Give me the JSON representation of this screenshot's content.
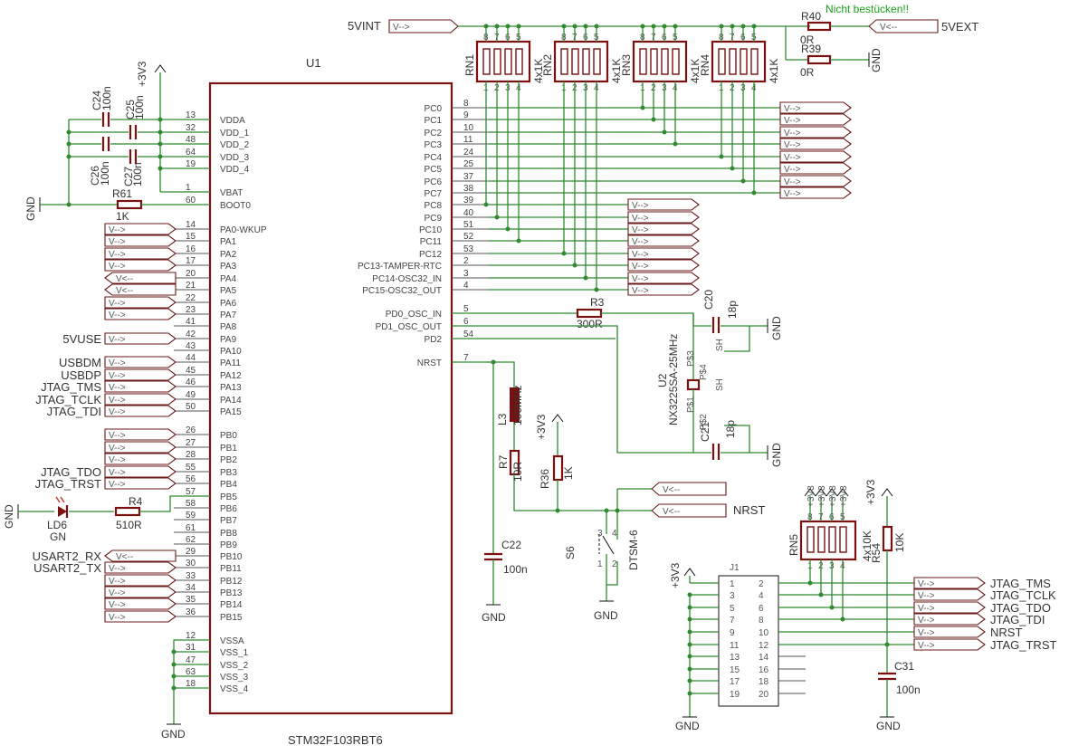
{
  "colors": {
    "wire": "#2e8b2e",
    "part": "#7a1010",
    "note": "#1aa01a"
  },
  "u1": {
    "ref": "U1",
    "value": "STM32F103RBT6",
    "left_pins": [
      {
        "num": "13",
        "name": "VDDA"
      },
      {
        "num": "32",
        "name": "VDD_1"
      },
      {
        "num": "48",
        "name": "VDD_2"
      },
      {
        "num": "64",
        "name": "VDD_3"
      },
      {
        "num": "19",
        "name": "VDD_4"
      },
      {
        "num": "1",
        "name": "VBAT"
      },
      {
        "num": "60",
        "name": "BOOT0"
      },
      {
        "num": "14",
        "name": "PA0-WKUP"
      },
      {
        "num": "15",
        "name": "PA1"
      },
      {
        "num": "16",
        "name": "PA2"
      },
      {
        "num": "17",
        "name": "PA3"
      },
      {
        "num": "20",
        "name": "PA4"
      },
      {
        "num": "21",
        "name": "PA5"
      },
      {
        "num": "22",
        "name": "PA6"
      },
      {
        "num": "23",
        "name": "PA7"
      },
      {
        "num": "41",
        "name": "PA8"
      },
      {
        "num": "42",
        "name": "PA9"
      },
      {
        "num": "43",
        "name": "PA10"
      },
      {
        "num": "44",
        "name": "PA11"
      },
      {
        "num": "45",
        "name": "PA12"
      },
      {
        "num": "46",
        "name": "PA13"
      },
      {
        "num": "49",
        "name": "PA14"
      },
      {
        "num": "50",
        "name": "PA15"
      },
      {
        "num": "26",
        "name": "PB0"
      },
      {
        "num": "27",
        "name": "PB1"
      },
      {
        "num": "28",
        "name": "PB2"
      },
      {
        "num": "55",
        "name": "PB3"
      },
      {
        "num": "56",
        "name": "PB4"
      },
      {
        "num": "57",
        "name": "PB5"
      },
      {
        "num": "58",
        "name": "PB6"
      },
      {
        "num": "59",
        "name": "PB7"
      },
      {
        "num": "61",
        "name": "PB8"
      },
      {
        "num": "62",
        "name": "PB9"
      },
      {
        "num": "29",
        "name": "PB10"
      },
      {
        "num": "30",
        "name": "PB11"
      },
      {
        "num": "33",
        "name": "PB12"
      },
      {
        "num": "34",
        "name": "PB13"
      },
      {
        "num": "35",
        "name": "PB14"
      },
      {
        "num": "36",
        "name": "PB15"
      },
      {
        "num": "12",
        "name": "VSSA"
      },
      {
        "num": "31",
        "name": "VSS_1"
      },
      {
        "num": "47",
        "name": "VSS_2"
      },
      {
        "num": "63",
        "name": "VSS_3"
      },
      {
        "num": "18",
        "name": "VSS_4"
      }
    ],
    "right_pins": [
      {
        "num": "8",
        "name": "PC0"
      },
      {
        "num": "9",
        "name": "PC1"
      },
      {
        "num": "10",
        "name": "PC2"
      },
      {
        "num": "11",
        "name": "PC3"
      },
      {
        "num": "24",
        "name": "PC4"
      },
      {
        "num": "25",
        "name": "PC5"
      },
      {
        "num": "37",
        "name": "PC6"
      },
      {
        "num": "38",
        "name": "PC7"
      },
      {
        "num": "39",
        "name": "PC8"
      },
      {
        "num": "40",
        "name": "PC9"
      },
      {
        "num": "51",
        "name": "PC10"
      },
      {
        "num": "52",
        "name": "PC11"
      },
      {
        "num": "53",
        "name": "PC12"
      },
      {
        "num": "2",
        "name": "PC13-TAMPER-RTC"
      },
      {
        "num": "3",
        "name": "PC14-OSC32_IN"
      },
      {
        "num": "4",
        "name": "PC15-OSC32_OUT"
      },
      {
        "num": "5",
        "name": "PD0_OSC_IN"
      },
      {
        "num": "6",
        "name": "PD1_OSC_OUT"
      },
      {
        "num": "54",
        "name": "PD2"
      },
      {
        "num": "7",
        "name": "NRST"
      }
    ]
  },
  "nets": {
    "v5int": "5VINT",
    "v5ext": "5VEXT",
    "v5use": "5VUSE",
    "usbdm": "USBDM",
    "usbdp": "USBDP",
    "jtag_tms": "JTAG_TMS",
    "jtag_tclk": "JTAG_TCLK",
    "jtag_tdi": "JTAG_TDI",
    "jtag_tdo": "JTAG_TDO",
    "jtag_trst": "JTAG_TRST",
    "nrst": "NRST",
    "usart_rx": "USART2_RX",
    "usart_tx": "USART2_TX",
    "gnd": "GND",
    "v3v3": "+3V3",
    "note": "Nicht bestücken!!"
  },
  "flags": {
    "out": "V-->",
    "in": "V<--"
  },
  "parts": {
    "c24": {
      "ref": "C24",
      "val": "100n"
    },
    "c25": {
      "ref": "C25",
      "val": "100n"
    },
    "c26": {
      "ref": "C26",
      "val": "100n"
    },
    "c27": {
      "ref": "C27",
      "val": "100n"
    },
    "r61": {
      "ref": "R61",
      "val": "1K"
    },
    "r4": {
      "ref": "R4",
      "val": "510R"
    },
    "ld6": {
      "ref": "LD6",
      "val": "GN"
    },
    "r3": {
      "ref": "R3",
      "val": "300R"
    },
    "c20": {
      "ref": "C20",
      "val": "18p"
    },
    "c21": {
      "ref": "C21",
      "val": "18p"
    },
    "u2": {
      "ref": "U2",
      "val": "NX3225SA-25MHz"
    },
    "l3": {
      "ref": "L3",
      "val": "100MHz"
    },
    "r7": {
      "ref": "R7",
      "val": "10R"
    },
    "r36": {
      "ref": "R36",
      "val": "1K"
    },
    "c22": {
      "ref": "C22",
      "val": "100n"
    },
    "s6": {
      "ref": "S6",
      "val": "DTSM-6"
    },
    "r40": {
      "ref": "R40",
      "val": "0R"
    },
    "r39": {
      "ref": "R39",
      "val": "0R"
    },
    "rn1": {
      "ref": "RN1",
      "val": "4x1K"
    },
    "rn2": {
      "ref": "RN2",
      "val": "4x1K"
    },
    "rn3": {
      "ref": "RN3",
      "val": "4x1K"
    },
    "rn4": {
      "ref": "RN4",
      "val": "4x1K"
    },
    "rn5": {
      "ref": "RN5",
      "val": "4x10K"
    },
    "r54": {
      "ref": "R54",
      "val": "10K"
    },
    "c31": {
      "ref": "C31",
      "val": "100n"
    },
    "j1": {
      "ref": "J1"
    }
  },
  "crystal_pins": {
    "p1": "P$1",
    "p2": "P$2",
    "p3": "P$3",
    "p4": "P$4",
    "shield": "SH"
  },
  "rn_pins_top": [
    "8",
    "7",
    "6",
    "5"
  ],
  "rn_pins_bot": [
    "1",
    "2",
    "3",
    "4"
  ],
  "j1_left": [
    "1",
    "3",
    "5",
    "7",
    "9",
    "11",
    "13",
    "15",
    "17",
    "19"
  ],
  "j1_right": [
    "2",
    "4",
    "6",
    "8",
    "10",
    "12",
    "14",
    "16",
    "18",
    "20"
  ],
  "s6_pins": [
    "3",
    "4",
    "1",
    "2"
  ]
}
